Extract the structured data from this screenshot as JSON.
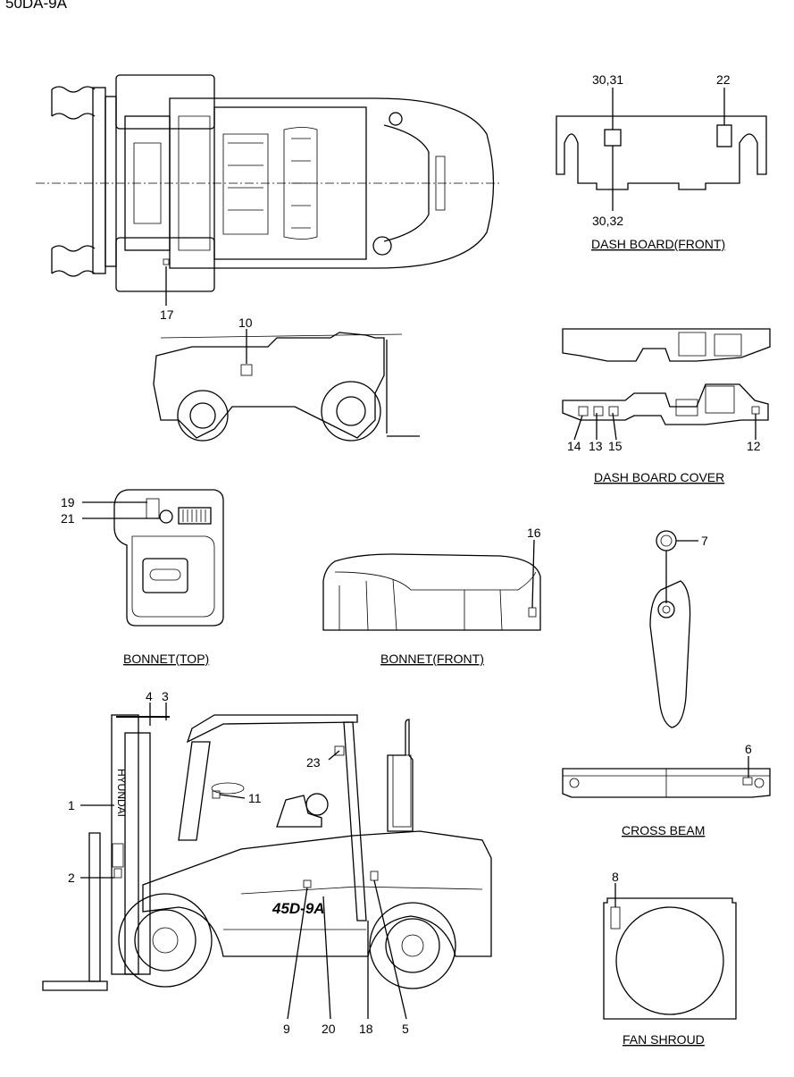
{
  "header": {
    "model": "50DA-9A"
  },
  "callouts": {
    "c1": "1",
    "c2": "2",
    "c3": "3",
    "c4": "4",
    "c5": "5",
    "c6": "6",
    "c7": "7",
    "c8": "8",
    "c9": "9",
    "c10": "10",
    "c11": "11",
    "c12": "12",
    "c13": "13",
    "c14": "14",
    "c15": "15",
    "c16": "16",
    "c17": "17",
    "c18": "18",
    "c19": "19",
    "c20": "20",
    "c21": "21",
    "c22": "22",
    "c23": "23",
    "c3031": "30,31",
    "c3032": "30,32"
  },
  "captions": {
    "dash_front": "DASH BOARD(FRONT)",
    "dash_cover": "DASH BOARD COVER",
    "bonnet_top": "BONNET(TOP)",
    "bonnet_front": "BONNET(FRONT)",
    "cross_beam": "CROSS BEAM",
    "fan_shroud": "FAN SHROUD"
  },
  "decals": {
    "model_decal": "45D-9A",
    "mast_brand": "HYUNDAI"
  }
}
